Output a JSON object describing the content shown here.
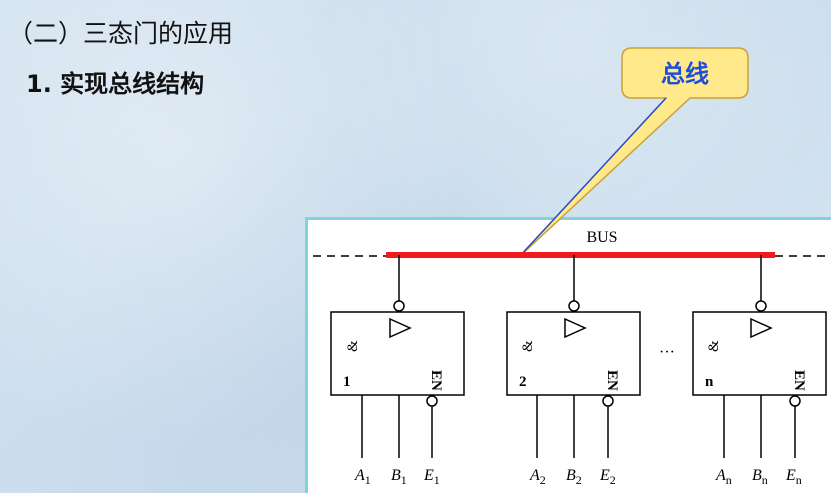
{
  "slide": {
    "heading": "（二）三态门的应用",
    "subheading": "1. 实现总线结构"
  },
  "callout": {
    "label": "总线"
  },
  "diagram": {
    "bus_label": "BUS",
    "ellipsis": "···",
    "gates": [
      {
        "number": "1",
        "amp": "&",
        "enable": "EN",
        "inputs": [
          "A1",
          "B1",
          "E1"
        ]
      },
      {
        "number": "2",
        "amp": "&",
        "enable": "EN",
        "inputs": [
          "A2",
          "B2",
          "E2"
        ]
      },
      {
        "number": "n",
        "amp": "&",
        "enable": "EN",
        "inputs": [
          "An",
          "Bn",
          "En"
        ]
      }
    ]
  },
  "colors": {
    "bus": "#ee1c1c",
    "callout_fill": "#ffe98a",
    "callout_text": "#1f4fd6",
    "pointer_line": "#2a4cd6",
    "panel_border": "#7fd3dd"
  }
}
